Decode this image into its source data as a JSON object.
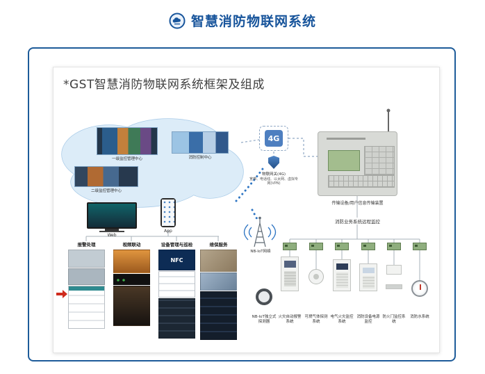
{
  "colors": {
    "accent": "#17549b",
    "frame": "#1d5b99",
    "link_dotted": "#2e75c3"
  },
  "header": {
    "title": "智慧消防物联网系统"
  },
  "diagram": {
    "title": "*GST智慧消防物联网系统框架及组成",
    "cloud": {
      "items": [
        {
          "label": "一级监控管理中心"
        },
        {
          "label": "消防控制中心"
        },
        {
          "label": "二级监控管理中心"
        }
      ]
    },
    "clients": {
      "web": "Web",
      "app": "App"
    },
    "panels": [
      {
        "title": "报警处理"
      },
      {
        "title": "视频联动"
      },
      {
        "title": "设备管理与巡检",
        "badge": "NFC"
      },
      {
        "title": "维保服务"
      }
    ],
    "gateway": {
      "badge": "4G",
      "label": "物联网关(4G)",
      "note": "宽带、电话线、以太网、虚拟专网(VPN)"
    },
    "transmitter": {
      "label": "传输设备/用户信息传输装置"
    },
    "bus": {
      "label": "消防业务系统远程监控"
    },
    "nbiot": {
      "label": "NB-IoT网络"
    },
    "devices": [
      {
        "label": "NB-IoT独立式探测器"
      },
      {
        "label": "火灾自动报警系统"
      },
      {
        "label": "可燃气体探测系统"
      },
      {
        "label": "电气火灾监控系统"
      },
      {
        "label": "消防设备电源监控"
      },
      {
        "label": "防火门监控系统"
      },
      {
        "label": "消防水系统"
      }
    ]
  }
}
